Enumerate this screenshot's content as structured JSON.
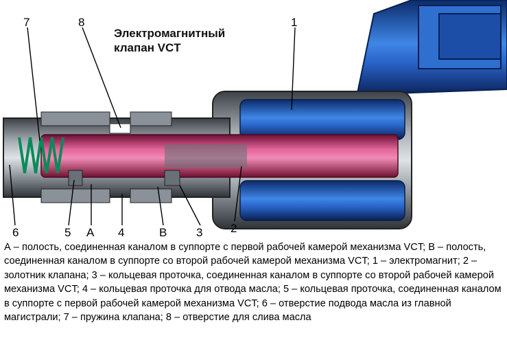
{
  "title_line1": "Электромагнитный",
  "title_line2": "клапан VCT",
  "callouts": {
    "n1": "1",
    "n2": "2",
    "n3": "3",
    "n4": "4",
    "n5": "5",
    "n6": "6",
    "n7": "7",
    "n8": "8",
    "A": "А",
    "B": "В"
  },
  "caption": "А – полость, соединенная каналом в суппорте с первой рабочей камерой механизма VCT; В – полость, соединенная каналом в суппорте со второй рабочей камерой механизма VCT; 1 – электромагнит; 2 – золотник клапана; 3 – кольцевая проточка, соединенная каналом в суппорте со второй рабочей камерой механизма VCT; 4 – кольцевая проточка для отвода масла; 5 – кольцевая проточка, соединенная каналом в суппорте с первой рабочей камерой механизма VCT; 6 – отверстие подвода масла из главной магистрали; 7 – пружина клапана; 8 – отверстие для слива масла"
}
